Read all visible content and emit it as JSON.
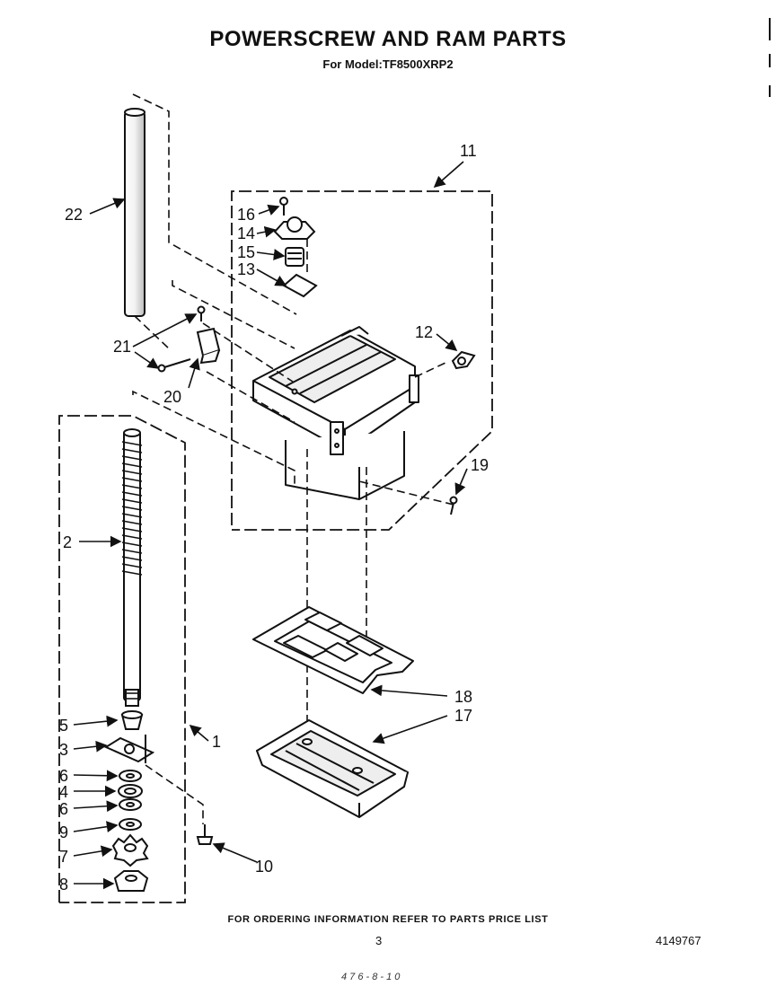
{
  "title": "POWERSCREW AND RAM PARTS",
  "subtitle": "For Model:TF8500XRP2",
  "footer_note": "FOR ORDERING INFORMATION REFER TO PARTS PRICE LIST",
  "page_number": "3",
  "document_number": "4149767",
  "scribble": "4 7 6 - 8 - 1 0",
  "callouts": {
    "c1": "1",
    "c2": "2",
    "c3": "3",
    "c4": "4",
    "c5": "5",
    "c6a": "6",
    "c6b": "6",
    "c7": "7",
    "c8": "8",
    "c9": "9",
    "c10": "10",
    "c11": "11",
    "c12": "12",
    "c13": "13",
    "c14": "14",
    "c15": "15",
    "c16": "16",
    "c17": "17",
    "c18": "18",
    "c19": "19",
    "c20": "20",
    "c21": "21",
    "c22": "22"
  }
}
